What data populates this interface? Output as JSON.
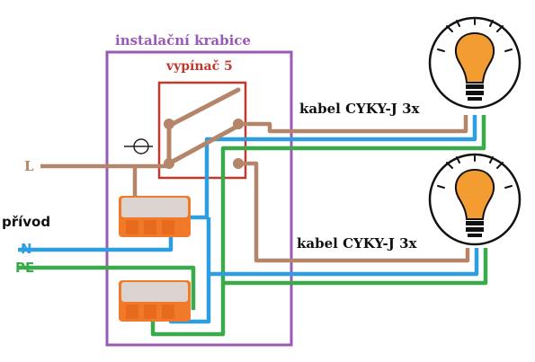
{
  "labels": {
    "box": "instalační krabice",
    "switch": "vypínač 5",
    "cable_top": "kabel CYKY-J 3x",
    "cable_bottom": "kabel CYKY-J 3x",
    "line": "L",
    "supply": "přívod",
    "neutral": "N",
    "protective_earth": "PE"
  },
  "colors": {
    "box": "#9b59b6",
    "switch": "#c0392b",
    "line_wire": "#b5856a",
    "neutral_wire": "#2d9ee0",
    "pe_wire": "#3aaa4a",
    "lamp_bulb": "#f39c32",
    "connector": "#f07a2a",
    "text_dark": "#111111"
  },
  "icons": [
    "light-bulb-icon",
    "light-bulb-icon",
    "wago-connector-icon",
    "wago-connector-icon",
    "switch-icon"
  ]
}
